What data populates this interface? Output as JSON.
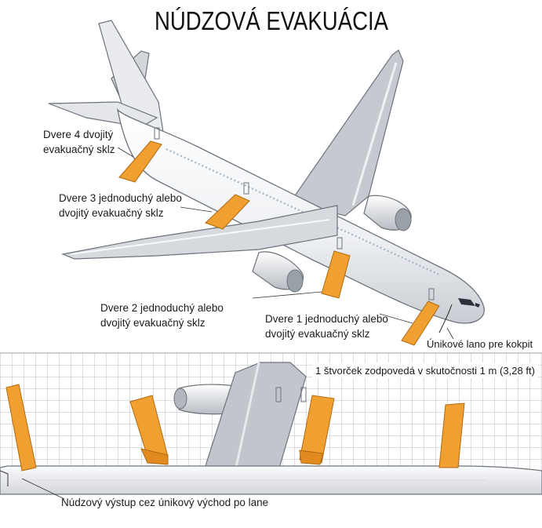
{
  "title": "NÚDZOVÁ EVAKUÁCIA",
  "labels": {
    "door4_l1": "Dvere 4 dvojitý",
    "door4_l2": "evakuačný sklz",
    "door3_l1": "Dvere 3 jednoduchý alebo",
    "door3_l2": "dvojitý evakuačný sklz",
    "door2_l1": "Dvere 2 jednoduchý alebo",
    "door2_l2": "dvojitý evakuačný sklz",
    "door1_l1": "Dvere 1 jednoduchý alebo",
    "door1_l2": "dvojitý evakuačný sklz",
    "cockpit_rope": "Únikové lano pre kokpit",
    "grid_scale": "1 štvorček zodpovedá v skutočnosti 1 m (3,28 ft)",
    "emergency_exit": "Núdzový výstup cez únikový východ po lane"
  },
  "colors": {
    "slide": "#f0a030",
    "slide_dark": "#c87818",
    "fuselage": "#f2f3f5",
    "shadow": "#d0d3d8",
    "wing": "#c9cdd3",
    "outline": "#6d737b",
    "grid": "#b9bcc2"
  }
}
